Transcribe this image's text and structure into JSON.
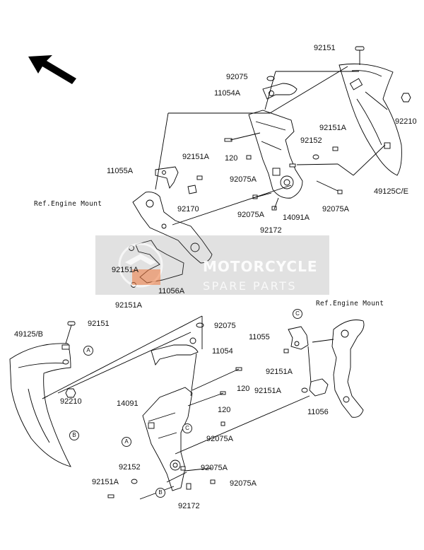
{
  "diagram": {
    "ref_engine_mount_label": "Ref.Engine Mount",
    "upper": {
      "n92151": "92151",
      "n92075": "92075",
      "n11054A": "11054A",
      "n92210": "92210",
      "n92151A_r": "92151A",
      "n92152": "92152",
      "n120": "120",
      "n92151A_m": "92151A",
      "n11055A": "11055A",
      "n92075A_a": "92075A",
      "n49125CE": "49125C/E",
      "n92170": "92170",
      "n92075A_b": "92075A",
      "n14091A": "14091A",
      "n92075A_c": "92075A",
      "n92172": "92172",
      "n92151A_l1": "92151A",
      "n11056A": "11056A",
      "n92151A_l2": "92151A"
    },
    "lower": {
      "n49125B": "49125/B",
      "n92151": "92151",
      "n92075": "92075",
      "callout_A1": "A",
      "n11054": "11054",
      "n11055": "11055",
      "callout_C1": "C",
      "n92151A_a": "92151A",
      "n92210": "92210",
      "n120_a": "120",
      "n92151A_b": "92151A",
      "callout_B1": "B",
      "n14091": "14091",
      "n120_b": "120",
      "n11056": "11056",
      "callout_C2": "C",
      "callout_A2": "A",
      "n92075A_a": "92075A",
      "n92152": "92152",
      "n92075A_b": "92075A",
      "n92151A_c": "92151A",
      "callout_B2": "B",
      "n92075A_c": "92075A",
      "n92172": "92172"
    }
  },
  "watermark": {
    "line1": "MOTORCYCLE",
    "line2": "SPARE PARTS"
  }
}
